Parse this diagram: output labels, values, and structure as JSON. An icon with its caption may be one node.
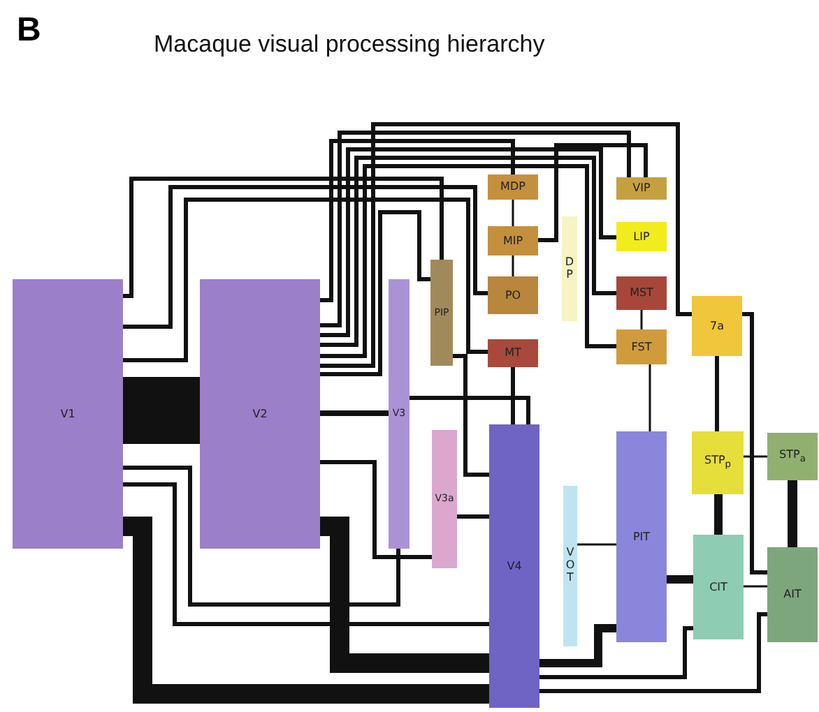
{
  "diagram": {
    "title": "Macaque visual processing hierarchy",
    "nodes": [
      {
        "text": [
          "V1"
        ]
      },
      {
        "text": [
          "V2"
        ]
      },
      {
        "text": [
          "V3"
        ]
      },
      {
        "text": [
          "PIP"
        ]
      },
      {
        "text": [
          "V3a"
        ]
      },
      {
        "text": [
          "MDP"
        ]
      },
      {
        "text": [
          "MIP"
        ]
      },
      {
        "text": [
          "PO"
        ]
      },
      {
        "text": [
          "MT"
        ]
      },
      {
        "text": [
          "DP"
        ]
      },
      {
        "text": [
          "VIP"
        ]
      },
      {
        "text": [
          "LIP"
        ]
      },
      {
        "text": [
          "MST"
        ]
      },
      {
        "text": [
          "FST"
        ]
      },
      {
        "text": [
          "7a"
        ]
      },
      {
        "text": [
          "V4"
        ]
      },
      {
        "text": [
          "VOT"
        ]
      },
      {
        "text": [
          "PIT"
        ]
      },
      {
        "text": [
          "STP$_{p}$"
        ]
      },
      {
        "text": [
          "STP$_{a}$"
        ]
      },
      {
        "text": [
          "CIT"
        ]
      },
      {
        "text": [
          "AIT"
        ]
      }
    ],
    "edges": [
      {
        "from": 0,
        "to": 1,
        "arrow": "none",
        "style": "thick"
      },
      {
        "from": 0,
        "to": 3,
        "arrow": "none"
      },
      {
        "from": 0,
        "to": 7,
        "arrow": "none"
      },
      {
        "from": 0,
        "to": 8,
        "arrow": "none"
      },
      {
        "from": 0,
        "to": 2,
        "arrow": "none"
      },
      {
        "from": 0,
        "to": 15,
        "arrow": "none"
      },
      {
        "from": 0,
        "to": 15,
        "arrow": "none",
        "style": "thick"
      },
      {
        "from": 1,
        "to": 2,
        "arrow": "none"
      },
      {
        "from": 1,
        "to": 15,
        "arrow": "none",
        "style": "thick"
      },
      {
        "from": 1,
        "to": 4,
        "arrow": "none"
      },
      {
        "from": 1,
        "to": 5,
        "arrow": "none"
      },
      {
        "from": 1,
        "to": 10,
        "arrow": "none"
      },
      {
        "from": 1,
        "to": 11,
        "arrow": "none"
      },
      {
        "from": 1,
        "to": 12,
        "arrow": "none"
      },
      {
        "from": 1,
        "to": 13,
        "arrow": "none"
      },
      {
        "from": 1,
        "to": 14,
        "arrow": "none"
      },
      {
        "from": 1,
        "to": 3,
        "arrow": "none"
      },
      {
        "from": 2,
        "to": 15,
        "arrow": "none"
      },
      {
        "from": 4,
        "to": 15,
        "arrow": "none"
      },
      {
        "from": 3,
        "to": 15,
        "arrow": "none"
      },
      {
        "from": 8,
        "to": 15,
        "arrow": "none"
      },
      {
        "from": 5,
        "to": 6,
        "arrow": "none"
      },
      {
        "from": 6,
        "to": 7,
        "arrow": "none"
      },
      {
        "from": 6,
        "to": 10,
        "arrow": "none"
      },
      {
        "from": 12,
        "to": 13,
        "arrow": "none"
      },
      {
        "from": 13,
        "to": 17,
        "arrow": "none"
      },
      {
        "from": 14,
        "to": 18,
        "arrow": "none"
      },
      {
        "from": 18,
        "to": 20,
        "arrow": "none",
        "style": "thick"
      },
      {
        "from": 18,
        "to": 19,
        "arrow": "none"
      },
      {
        "from": 19,
        "to": 21,
        "arrow": "none",
        "style": "thick"
      },
      {
        "from": 17,
        "to": 20,
        "arrow": "none",
        "style": "thick"
      },
      {
        "from": 20,
        "to": 21,
        "arrow": "none"
      },
      {
        "from": 14,
        "to": 21,
        "arrow": "none"
      },
      {
        "from": 15,
        "to": 17,
        "arrow": "none",
        "style": "thick"
      },
      {
        "from": 15,
        "to": 20,
        "arrow": "none"
      },
      {
        "from": 15,
        "to": 21,
        "arrow": "none"
      },
      {
        "from": 16,
        "to": 17,
        "arrow": "none"
      }
    ],
    "labels": [
      "B"
    ]
  }
}
